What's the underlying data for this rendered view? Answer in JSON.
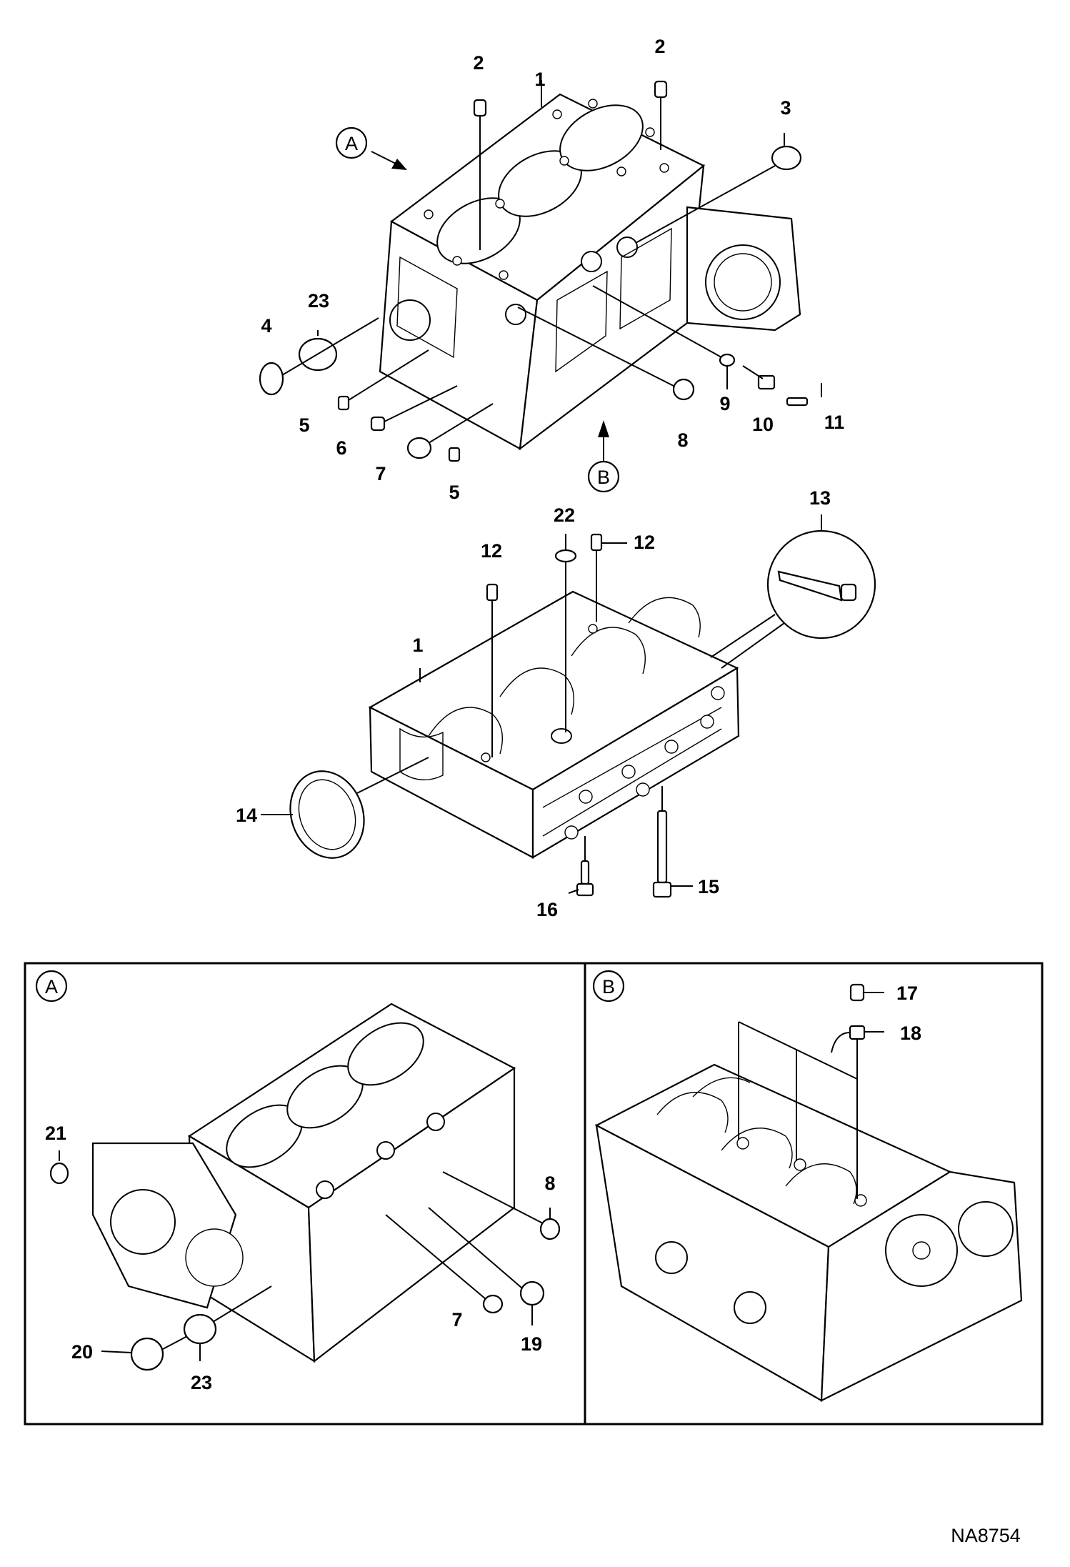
{
  "diagram": {
    "reference_code": "NA8754",
    "view_markers": {
      "a": "A",
      "b": "B"
    },
    "detail_panels": {
      "a": {
        "label": "A"
      },
      "b": {
        "label": "B"
      }
    },
    "callouts": {
      "c1_top": "1",
      "c1_mid": "1",
      "c2_left": "2",
      "c2_right": "2",
      "c3": "3",
      "c4": "4",
      "c5_left": "5",
      "c5_bottom": "5",
      "c6": "6",
      "c7_top": "7",
      "c7_detail": "7",
      "c8_top": "8",
      "c8_detail": "8",
      "c9": "9",
      "c10": "10",
      "c11": "11",
      "c12_left": "12",
      "c12_right": "12",
      "c13": "13",
      "c14": "14",
      "c15": "15",
      "c16": "16",
      "c17": "17",
      "c18": "18",
      "c19": "19",
      "c20": "20",
      "c21": "21",
      "c22": "22",
      "c23_top": "23",
      "c23_detail": "23"
    }
  }
}
